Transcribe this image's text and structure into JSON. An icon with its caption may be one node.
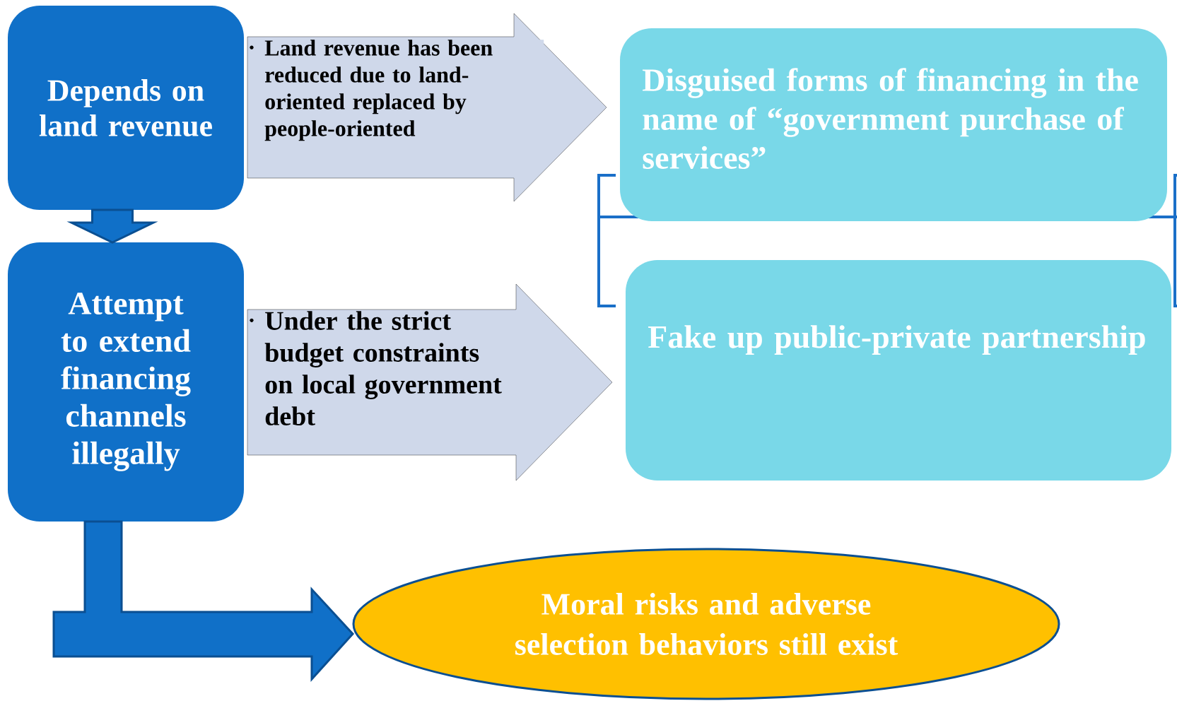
{
  "diagram": {
    "nodes": [
      {
        "text": [
          "Depends on land revenue"
        ]
      },
      {
        "text": [
          "Attempt to extend financing channels illegally"
        ]
      },
      {
        "text": [
          "Disguised forms of financing in the name of “government purchase of services”"
        ]
      },
      {
        "text": [
          "Fake up public-private partnership"
        ]
      },
      {
        "text": [
          "Moral risks and adverse selection behaviors still exist"
        ]
      }
    ],
    "edges": [
      {
        "from": 0,
        "to": 1,
        "arrow": "to"
      },
      {
        "from": 0,
        "to": 2,
        "arrow": "to",
        "label": "Land revenue has been reduced due to land-oriented replaced by people-oriented"
      },
      {
        "from": 1,
        "to": 3,
        "arrow": "to",
        "label": "Under the strict budget constraints on local government debt"
      },
      {
        "from": 1,
        "to": 4,
        "arrow": "to"
      }
    ]
  }
}
